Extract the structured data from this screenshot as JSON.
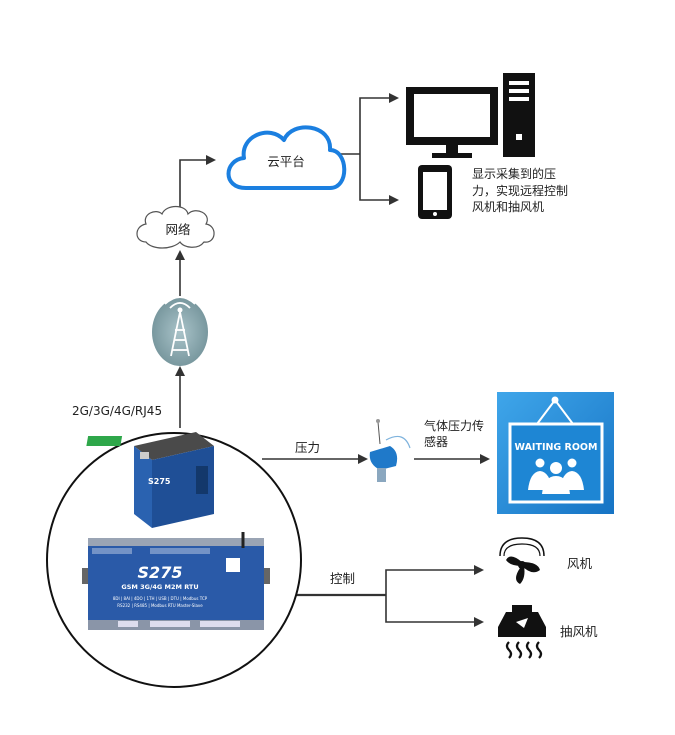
{
  "nodes": {
    "cloud_platform": "云平台",
    "network": "网络",
    "connection_types": "2G/3G/4G/RJ45",
    "display_note_line1": "显示采集到的压",
    "display_note_line2": "力，实现远程控制",
    "display_note_line3": "风机和抽风机",
    "pressure_link": "压力",
    "gas_sensor_line1": "气体压力传",
    "gas_sensor_line2": "感器",
    "control_link": "控制",
    "fan": "风机",
    "exhaust_fan": "抽风机"
  },
  "devices": {
    "waiting_room_sign": "WAITING ROOM",
    "rtu_small_model": "S275",
    "rtu_large_model": "S275",
    "rtu_large_subtitle": "GSM 3G/4G M2M RTU",
    "rtu_large_spec1": "8DI | 8AI | 4DO | 1TH | USB | DTU | Modbus TCP",
    "rtu_large_spec2": "RS232 | RS485 | Modbus RTU Master-Slave"
  },
  "colors": {
    "cloud_stroke": "#1b7fe0",
    "sign_blue": "#0a5fae",
    "sign_light": "#3aa0e6",
    "rtu_blue": "#2a5aa8",
    "connector": "#333333"
  }
}
